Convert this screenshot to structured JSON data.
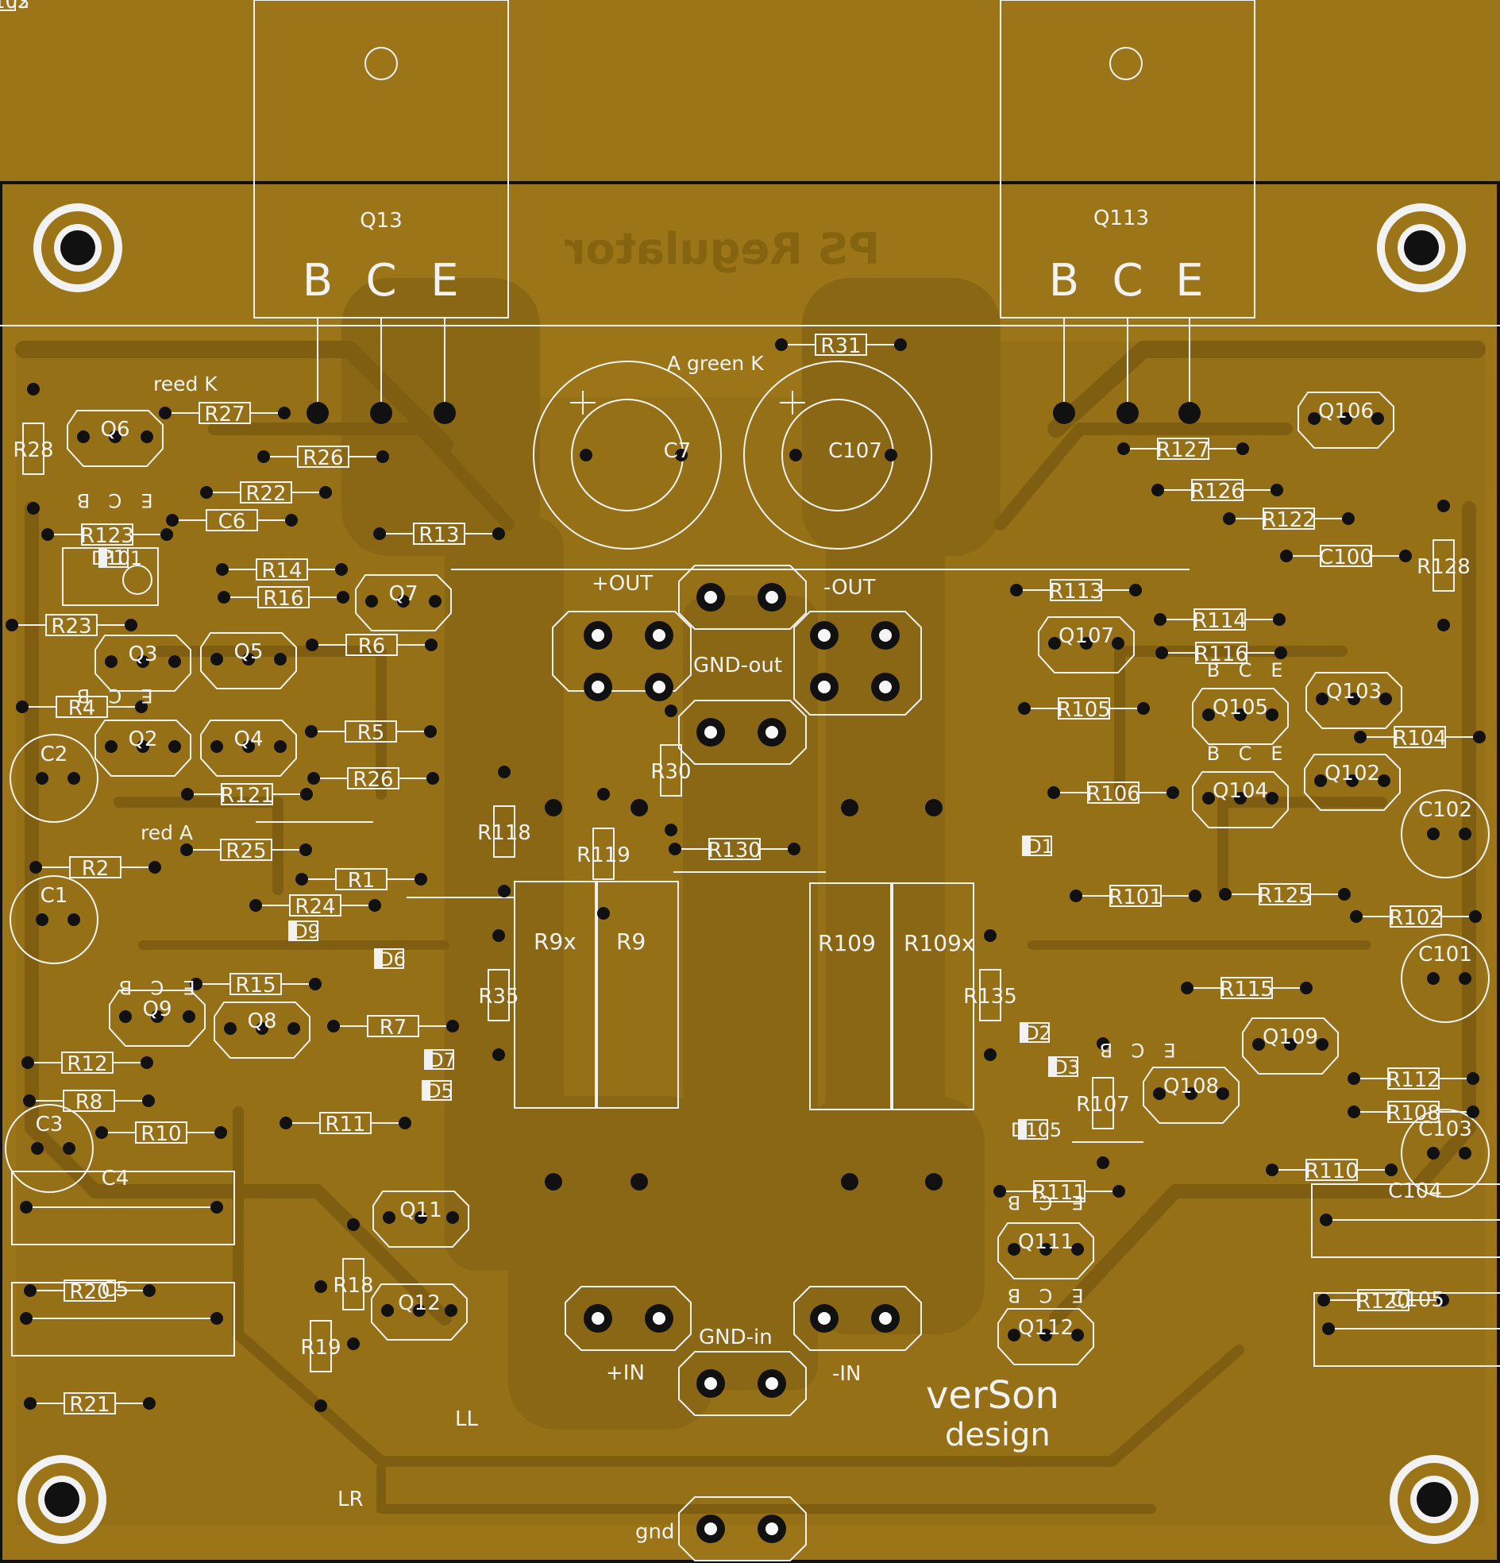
{
  "board": {
    "colors": {
      "copper": "#9c7518",
      "trace": "#7f5e12",
      "pour": "#8a6714",
      "silk": "#f2f2f2",
      "pad": "#111111"
    },
    "mirrored_title": "PS Regulator",
    "logo": [
      "verSon",
      "design"
    ],
    "heatsink_transistors": [
      {
        "ref": "Q13",
        "pins": [
          "B",
          "C",
          "E"
        ]
      },
      {
        "ref": "Q113",
        "pins": [
          "B",
          "C",
          "E"
        ]
      }
    ],
    "connectors": [
      "+OUT",
      "-OUT",
      "GND-out",
      "+IN",
      "-IN",
      "GND-in",
      "gnd"
    ],
    "notes": [
      "A green K",
      "reed K",
      "red A",
      "LL",
      "LR"
    ],
    "power_resistors": [
      "R9x",
      "R9",
      "R109",
      "R109x"
    ],
    "pin_letters": [
      "B",
      "C",
      "E"
    ]
  },
  "labels": [
    "Q13",
    "Q113",
    "Q6",
    "Q106",
    "Q7",
    "Q107",
    "Q3",
    "Q5",
    "Q2",
    "Q4",
    "Q103",
    "Q105",
    "Q102",
    "Q104",
    "Q9",
    "Q8",
    "Q109",
    "Q108",
    "Q11",
    "Q12",
    "Q111",
    "Q112",
    "C7",
    "C107",
    "C6",
    "C100",
    "C2",
    "C1",
    "C3",
    "C4",
    "C5",
    "C102",
    "C101",
    "C103",
    "C104",
    "C105",
    "R27",
    "R26",
    "R22",
    "R28",
    "R123",
    "R13",
    "R14",
    "R16",
    "R23",
    "R6",
    "R4",
    "R5",
    "R26",
    "R25",
    "R2",
    "R1",
    "R24",
    "R15",
    "R7",
    "R12",
    "R8",
    "R10",
    "R11",
    "R20",
    "R21",
    "R18",
    "R19",
    "R35",
    "R31",
    "R30",
    "R130",
    "R127",
    "R126",
    "R122",
    "R128",
    "R113",
    "R114",
    "R116",
    "R105",
    "R104",
    "R106",
    "R101",
    "R125",
    "R102",
    "R115",
    "R135",
    "R112",
    "R108",
    "R107",
    "R110",
    "R111",
    "R120",
    "R121",
    "R118",
    "R119",
    "D9",
    "D6",
    "D7",
    "D5",
    "D1",
    "D2",
    "D3",
    "D105",
    "D101",
    "D102",
    "D103",
    "P1"
  ]
}
